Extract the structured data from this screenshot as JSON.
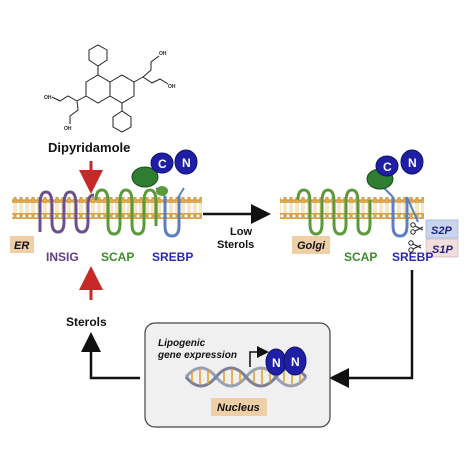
{
  "drug": {
    "name": "Dipyridamole",
    "oh": "OH"
  },
  "left": {
    "compartment": "ER",
    "insig": "INSIG",
    "scap": "SCAP",
    "srebp": "SREBP",
    "c": "C",
    "n": "N"
  },
  "middle": {
    "line1": "Low",
    "line2": "Sterols"
  },
  "right": {
    "compartment": "Golgi",
    "scap": "SCAP",
    "srebp": "SREBP",
    "c": "C",
    "n": "N",
    "s2p": "S2P",
    "s1p": "S1P"
  },
  "sterols": "Sterols",
  "nucleus": {
    "caption_line1": "Lipogenic",
    "caption_line2": "gene expression",
    "label": "Nucleus",
    "n1": "N",
    "n2": "N"
  },
  "colors": {
    "membrane_head": "#e3a848",
    "membrane_tail": "#f4dd9a",
    "insig": "#6b4f8f",
    "scap": "#5a9a3a",
    "srebp": "#5b7fbf",
    "n_protein": "#1f1fa6",
    "c_protein": "#2e7d32",
    "red_arrow": "#c62828",
    "er_box": "#efcfa6",
    "s2p_box": "#c9d5ef",
    "s1p_box": "#f3dede"
  }
}
